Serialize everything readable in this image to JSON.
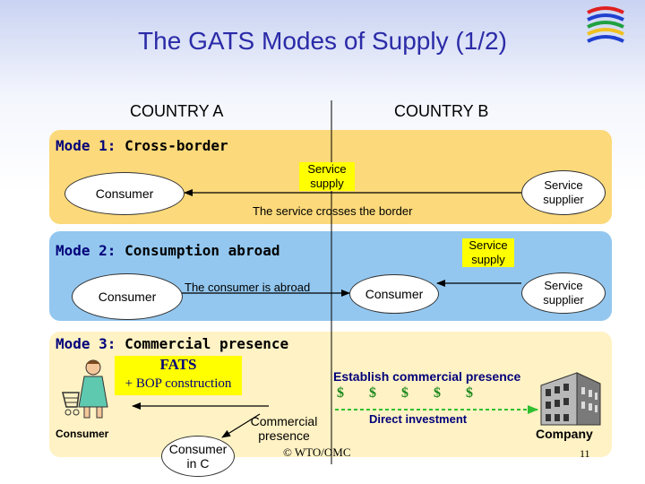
{
  "slide": {
    "title": "The GATS Modes of Supply (1/2)",
    "country_a": "COUNTRY A",
    "country_b": "COUNTRY B",
    "footer": "© WTO/OMC",
    "page_number": "11"
  },
  "mode1": {
    "label": "Mode 1:",
    "name": "Cross-border",
    "consumer": "Consumer",
    "service_supply": [
      "Service",
      "supply"
    ],
    "supplier": [
      "Service",
      "supplier"
    ],
    "crossing": "The service crosses the border"
  },
  "mode2": {
    "label": "Mode 2:",
    "name": "Consumption abroad",
    "consumer_home": "Consumer",
    "consumer_abroad": "Consumer",
    "abroad_text": "The consumer is abroad",
    "service_supply": [
      "Service",
      "supply"
    ],
    "supplier": [
      "Service",
      "supplier"
    ]
  },
  "mode3": {
    "label": "Mode 3:",
    "name": "Commercial presence",
    "fats": "FATS",
    "bop": "+ BOP construction",
    "establish": "Establish commercial presence",
    "dollars": "$       $       $       $       $",
    "investment": "Direct investment",
    "commercial_presence": [
      "Commercial",
      "presence"
    ],
    "consumer": "Consumer",
    "consumer_in_c": [
      "Consumer",
      "in C"
    ],
    "company": "Company"
  },
  "colors": {
    "title": "#2b2ba8",
    "mode1_panel": "#fcd97a",
    "mode2_panel": "#93c7ef",
    "mode3_panel": "#fff2c4",
    "highlight": "#ffff00",
    "arrow_green": "#2fbf2f"
  }
}
